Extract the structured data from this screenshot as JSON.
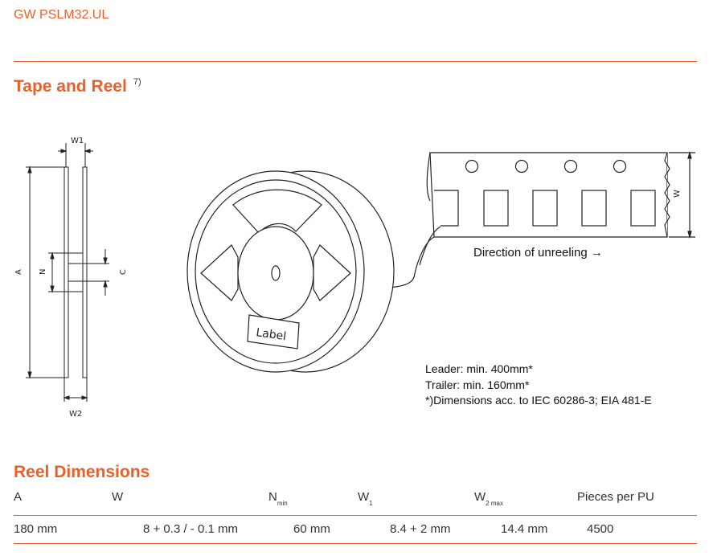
{
  "header": {
    "part_number": "GW PSLM32.UL"
  },
  "tape_section": {
    "title": "Tape and Reel",
    "footnote_ref": "7)"
  },
  "diagram": {
    "reel_side_labels": {
      "w1": "W1",
      "w2": "W2",
      "a": "A",
      "n": "N",
      "c": "C"
    },
    "tape_width_label": "W",
    "reel_label_text": "Label",
    "direction_text": "Direction of unreeling →"
  },
  "notes": {
    "leader": "Leader: min. 400mm*",
    "trailer": "Trailer:  min. 160mm*",
    "standard": "*)Dimensions acc. to IEC 60286-3; EIA 481-E"
  },
  "reel_dimensions": {
    "title": "Reel Dimensions",
    "headers": {
      "a": "A",
      "w": "W",
      "n_main": "N",
      "n_sub": "min",
      "w1_main": "W",
      "w1_sub": "1",
      "w2_main": "W",
      "w2_sub": "2 max",
      "pieces": "Pieces per PU"
    },
    "row": {
      "a": "180 mm",
      "w": "8 + 0.3 / - 0.1 mm",
      "n": "60 mm",
      "w1": "8.4 + 2 mm",
      "w2": "14.4 mm",
      "pieces": "4500"
    }
  }
}
